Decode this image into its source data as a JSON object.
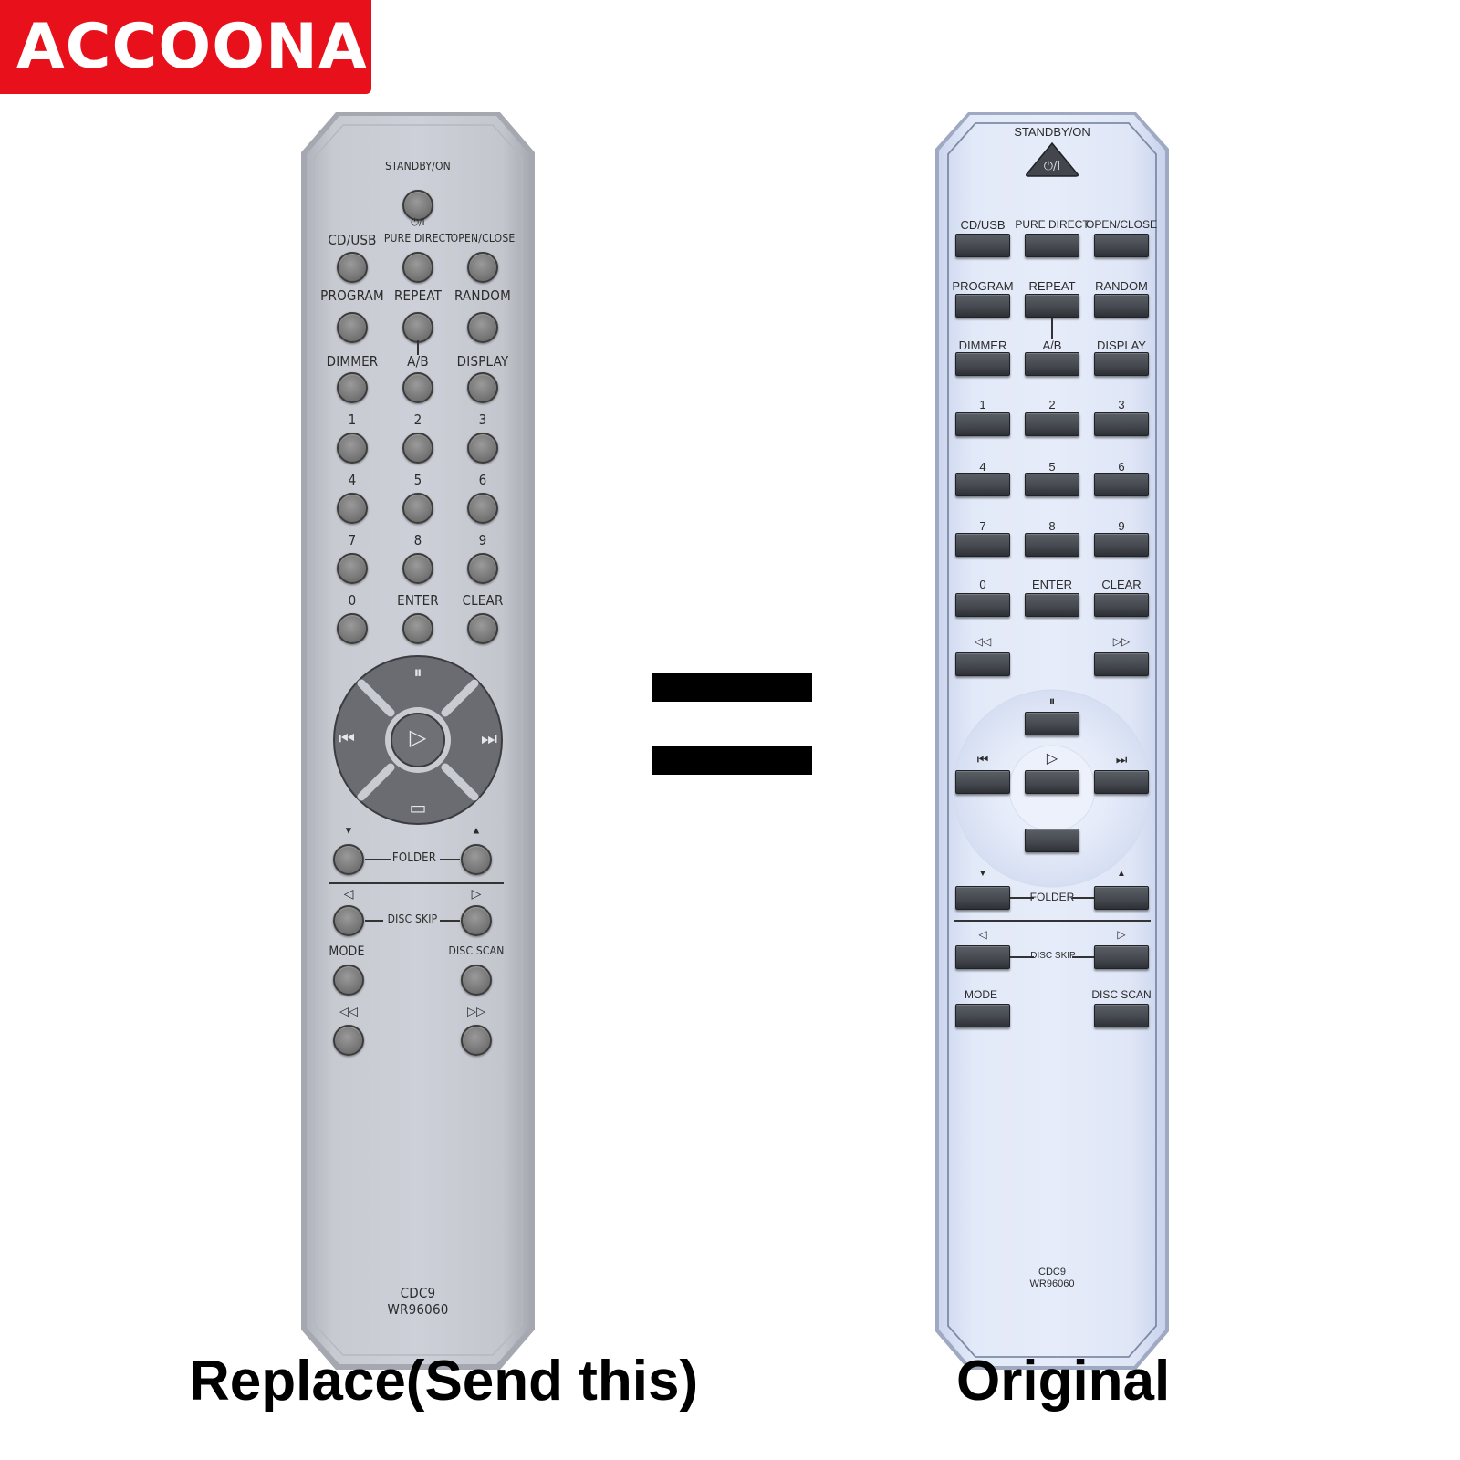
{
  "brand": "ACCOONA",
  "captions": {
    "replace": "Replace(Send this)",
    "original": "Original"
  },
  "colors": {
    "brand_red": "#e8101a",
    "replace_body": "#c5c7d0",
    "original_body": "#dde5f7",
    "button_dark": "#44484e"
  },
  "replace": {
    "standby": "STANDBY/ON",
    "power_symbol": "⏻/I",
    "rows": [
      [
        "CD/USB",
        "PURE DIRECT",
        "OPEN/CLOSE"
      ],
      [
        "PROGRAM",
        "REPEAT",
        "RANDOM"
      ],
      [
        "DIMMER",
        "A/B",
        "DISPLAY"
      ],
      [
        "1",
        "2",
        "3"
      ],
      [
        "4",
        "5",
        "6"
      ],
      [
        "7",
        "8",
        "9"
      ],
      [
        "0",
        "ENTER",
        "CLEAR"
      ]
    ],
    "dpad": {
      "up_icon": "pause-icon",
      "down_icon": "stop-icon",
      "left_icon": "skip-back-icon",
      "right_icon": "skip-forward-icon",
      "center_icon": "play-icon"
    },
    "folder": "FOLDER",
    "disc_skip": "DISC SKIP",
    "mode": "MODE",
    "disc_scan": "DISC SCAN",
    "model": "CDC9",
    "code": "WR96060"
  },
  "original": {
    "standby": "STANDBY/ON",
    "power_symbol": "⏻/I",
    "rows": [
      [
        "CD/USB",
        "PURE DIRECT",
        "OPEN/CLOSE"
      ],
      [
        "PROGRAM",
        "REPEAT",
        "RANDOM"
      ],
      [
        "DIMMER",
        "A/B",
        "DISPLAY"
      ],
      [
        "1",
        "2",
        "3"
      ],
      [
        "4",
        "5",
        "6"
      ],
      [
        "7",
        "8",
        "9"
      ],
      [
        "0",
        "ENTER",
        "CLEAR"
      ]
    ],
    "folder": "FOLDER",
    "disc_skip": "DISC SKIP",
    "mode": "MODE",
    "disc_scan": "DISC SCAN",
    "model": "CDC9",
    "code": "WR96060"
  }
}
